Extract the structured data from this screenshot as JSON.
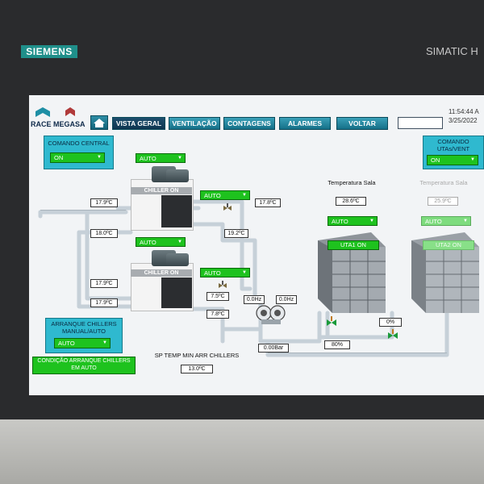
{
  "device": {
    "brand": "SIEMENS",
    "model": "SIMATIC H"
  },
  "header": {
    "logos": [
      "RACE",
      "MEGASA"
    ],
    "nav": [
      {
        "label": "VISTA GERAL",
        "active": true
      },
      {
        "label": "VENTILAÇÃO",
        "active": false
      },
      {
        "label": "CONTAGENS",
        "active": false
      },
      {
        "label": "ALARMES",
        "active": false
      },
      {
        "label": "VOLTAR",
        "active": false
      }
    ],
    "time": "11:54:44 A",
    "date": "3/25/2022"
  },
  "comando_central": {
    "title": "COMANDO CENTRAL",
    "value": "ON"
  },
  "comando_utas": {
    "title": "COMANDO UTAs/VENT",
    "value": "ON"
  },
  "chiller1": {
    "mode": "AUTO",
    "status": "CHILLER ON",
    "pump_mode": "AUTO",
    "temp_in": "17.9ºC",
    "temp_out": "17.8ºC",
    "temp_return": "18.0ºC",
    "temp_right": "19.2ºC"
  },
  "chiller2": {
    "mode": "AUTO",
    "status": "CHILLER ON",
    "pump_mode": "AUTO",
    "temp_in": "17.9ºC",
    "temp_return": "17.9ºC",
    "temp_supply": "7.5ºC",
    "temp_out": "7.8ºC"
  },
  "pumps": {
    "freq1": "0.0Hz",
    "freq2": "0.0Hz",
    "pressure": "0.00Bar"
  },
  "valves": {
    "uta1_valve": "80%",
    "uta2_valve": "0%"
  },
  "arranque": {
    "title": "ARRANQUE CHILLERS MANUAL/AUTO",
    "value": "AUTO"
  },
  "condicao": "CONDIÇÃO ARRANQUE CHILLERS EM AUTO",
  "sp_temp": {
    "label": "SP TEMP MIN ARR CHILLERS",
    "value": "13.0ºC"
  },
  "uta1": {
    "temp_label": "Temperatura Sala",
    "temp_value": "28.6ºC",
    "mode": "AUTO",
    "status": "UTA1 ON"
  },
  "uta2": {
    "temp_label": "Temperatura Sala",
    "temp_value": "25.9ºC",
    "mode": "AUTO",
    "status": "UTA2 ON"
  },
  "colors": {
    "accent_green": "#1ec21e",
    "panel_cyan": "#2fb9cf",
    "nav_teal": "#157088"
  }
}
